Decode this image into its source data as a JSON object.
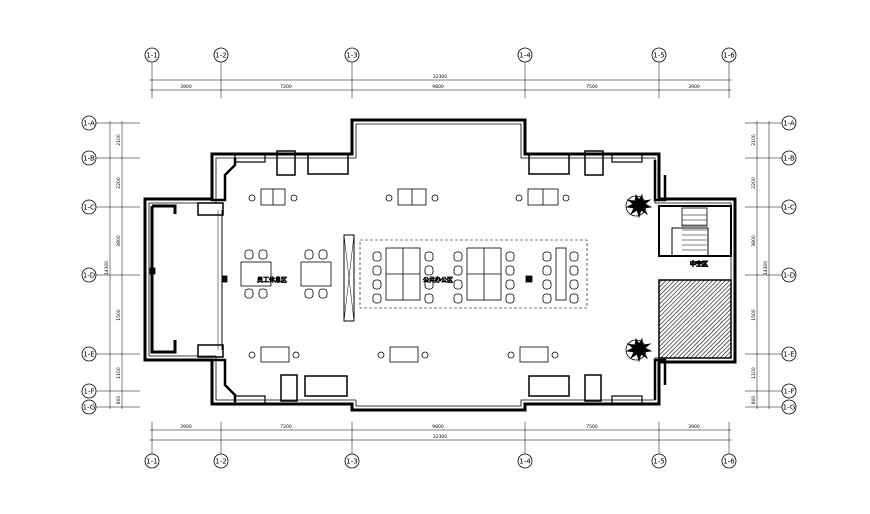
{
  "drawing": {
    "zones": {
      "rest_area": "员工休息区",
      "office_area": "公共办公区",
      "atrium": "中空区"
    },
    "top_axes": [
      "1-1",
      "1-2",
      "1-3",
      "1-4",
      "1-5",
      "1-6"
    ],
    "bottom_axes": [
      "1-1",
      "1-2",
      "1-3",
      "1-4",
      "1-5",
      "1-6"
    ],
    "left_axes": [
      "1-A",
      "1-B",
      "1-C",
      "1-D",
      "1-E",
      "1-F",
      "1-G"
    ],
    "right_axes": [
      "1-A",
      "1-B",
      "1-C",
      "1-D",
      "1-E",
      "1-F",
      "1-G"
    ],
    "top_dims": [
      "3900",
      "7200",
      "9800",
      "7500",
      "3900"
    ],
    "top_total": "32300",
    "bottom_dims": [
      "3900",
      "7200",
      "9800",
      "7500",
      "3900"
    ],
    "bottom_total": "32300",
    "left_dims": [
      "2100",
      "2200",
      "3800",
      "1500",
      "1100",
      "800"
    ],
    "left_total": "14300",
    "right_dims": [
      "2100",
      "2200",
      "3800",
      "1500",
      "1100",
      "800"
    ],
    "right_total": "14300"
  }
}
